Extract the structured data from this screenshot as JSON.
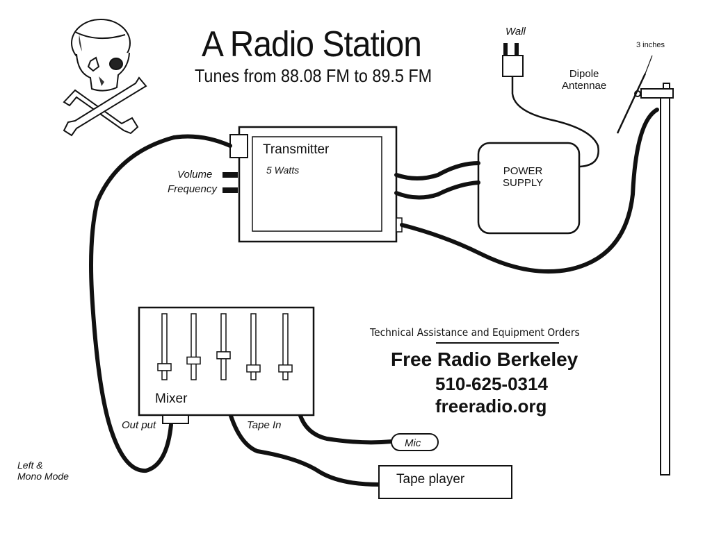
{
  "header": {
    "title": "A Radio Station",
    "subtitle": "Tunes from 88.08 FM to 89.5 FM"
  },
  "icons": {
    "logo": "skull-and-crossbones-icon"
  },
  "components": {
    "transmitter": {
      "name": "Transmitter",
      "power": "5 Watts",
      "controls": [
        "Volume",
        "Frequency"
      ]
    },
    "power_supply": {
      "name_line1": "POWER",
      "name_line2": "SUPPLY"
    },
    "wall_plug": {
      "label": "Wall"
    },
    "antenna": {
      "label_line1": "Dipole",
      "label_line2": "Antennae",
      "length_note": "3 inches"
    },
    "mixer": {
      "name": "Mixer",
      "output_label": "Out put",
      "input_label": "Tape In",
      "slider_levels": [
        0.82,
        0.72,
        0.64,
        0.84,
        0.84
      ]
    },
    "mic": {
      "label": "Mic"
    },
    "tape_player": {
      "label": "Tape player"
    },
    "mode_note": {
      "line1": "Left &",
      "line2": "Mono Mode"
    }
  },
  "contact": {
    "heading": "Technical Assistance and Equipment Orders",
    "org": "Free Radio Berkeley",
    "phone": "510-625-0314",
    "website": "freeradio.org"
  },
  "colors": {
    "ink": "#111111",
    "paper": "#ffffff"
  }
}
